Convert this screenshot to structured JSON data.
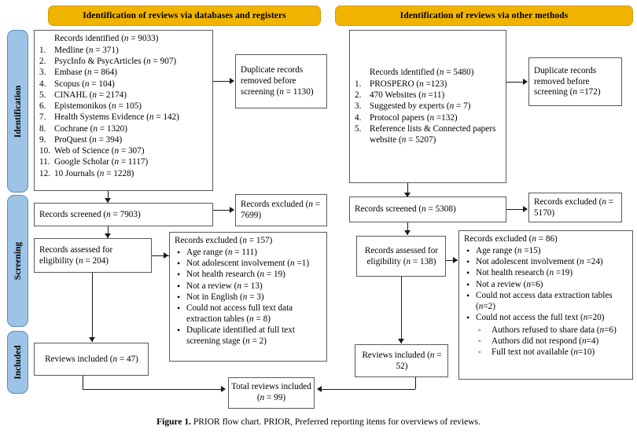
{
  "figure": {
    "caption_bold": "Figure 1.",
    "caption_rest": "PRIOR flow chart. PRIOR, Preferred reporting items for overviews of reviews."
  },
  "colors": {
    "banner_fill": "#F0B400",
    "banner_border": "#D79A00",
    "phase_fill": "#9DC3E6",
    "phase_border": "#5B8CBE",
    "box_border": "#595959",
    "connector": "#1a1a1a"
  },
  "banners": {
    "left": "Identification of reviews via databases and registers",
    "right": "Identification of reviews via other methods"
  },
  "phases": [
    {
      "label": "Identification"
    },
    {
      "label": "Screening"
    },
    {
      "label": "Included"
    }
  ],
  "left_column": {
    "identification": {
      "header": "Records identified (n = 9033)",
      "items": [
        {
          "num": "1.",
          "text": "Medline (n = 371)"
        },
        {
          "num": "2.",
          "text": "PsycInfo & PsycArticles (n = 907)"
        },
        {
          "num": "3.",
          "text": "Embase (n = 864)"
        },
        {
          "num": "4.",
          "text": "Scopus (n = 104)"
        },
        {
          "num": "5.",
          "text": "CINAHL (n = 2174)"
        },
        {
          "num": "6.",
          "text": "Epistemonikos (n = 105)"
        },
        {
          "num": "7.",
          "text": "Health Systems Evidence (n = 142)"
        },
        {
          "num": "8.",
          "text": "Cochrane (n = 1320)"
        },
        {
          "num": "9.",
          "text": "ProQuest (n = 394)"
        },
        {
          "num": "10.",
          "text": "Web of Science (n = 307)"
        },
        {
          "num": "11.",
          "text": "Google Scholar (n = 1117)"
        },
        {
          "num": "12.",
          "text": "10 Journals (n = 1228)"
        }
      ]
    },
    "duplicates": "Duplicate records removed before screening (n = 1130)",
    "screened": "Records screened (n = 7903)",
    "screened_excluded": "Records excluded (n = 7699)",
    "eligibility": "Records assessed for eligibility (n = 204)",
    "excluded": {
      "header": "Records excluded (n = 157)",
      "items": [
        "Age range (n = 111)",
        "Not adolescent involvement (n =1)",
        "Not health research (n = 19)",
        "Not a review (n = 13)",
        "Not in English (n = 3)",
        "Could not access full text data extraction tables (n = 8)",
        "Duplicate identified at full text screening stage (n = 2)"
      ]
    },
    "included": "Reviews included (n = 47)"
  },
  "right_column": {
    "identification": {
      "header": "Records identified (n = 5480)",
      "items": [
        {
          "num": "1.",
          "text": "PROSPERO (n =123)"
        },
        {
          "num": "2.",
          "text": "470 Websites (n =11)"
        },
        {
          "num": "3.",
          "text": "Suggested by experts (n = 7)"
        },
        {
          "num": "4.",
          "text": "Protocol papers (n =132)"
        },
        {
          "num": "5.",
          "text": "Reference lists & Connected papers website (n = 5207)"
        }
      ]
    },
    "duplicates": "Duplicate records removed before screening (n =172)",
    "screened": "Records screened (n = 5308)",
    "screened_excluded": "Records excluded (n = 5170)",
    "eligibility": "Records assessed for eligibility (n = 138)",
    "excluded": {
      "header": "Records excluded (n = 86)",
      "items": [
        {
          "text": "Age range (n =15)",
          "sub": []
        },
        {
          "text": "Not adolescent involvement (n =24)",
          "sub": []
        },
        {
          "text": "Not health research (n =19)",
          "sub": []
        },
        {
          "text": "Not a review (n=6)",
          "sub": []
        },
        {
          "text": "Could not access data extraction tables (n=2)",
          "sub": []
        },
        {
          "text": "Could not access the full text (n=20)",
          "sub": [
            "Authors refused to share data (n=6)",
            "Authors did not respond (n=4)",
            "Full text not available (n=10)"
          ]
        }
      ]
    },
    "included": "Reviews included (n = 52)"
  },
  "total": {
    "line1": "Total reviews included",
    "line2": "(n = 99)"
  }
}
